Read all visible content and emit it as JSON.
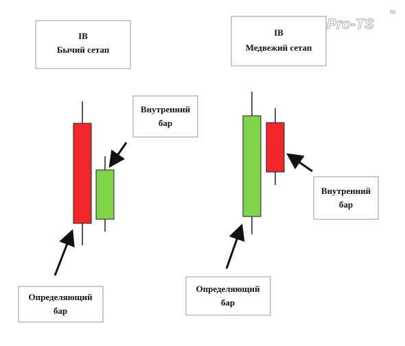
{
  "watermark": {
    "text": "Pro-TS",
    "suffix": "ru"
  },
  "bullish": {
    "title": "IB",
    "subtitle": "Бычий сетап",
    "inside_label_line1": "Внутренний",
    "inside_label_line2": "бар",
    "mother_label_line1": "Определяющий",
    "mother_label_line2": "бар",
    "mother_color": "#f2262b",
    "inside_color": "#7fd44a"
  },
  "bearish": {
    "title": "IB",
    "subtitle": "Медвежий сетап",
    "inside_label_line1": "Внутренний",
    "inside_label_line2": "бар",
    "mother_label_line1": "Определяющий",
    "mother_label_line2": "бар",
    "mother_color": "#7fd44a",
    "inside_color": "#f2262b"
  }
}
